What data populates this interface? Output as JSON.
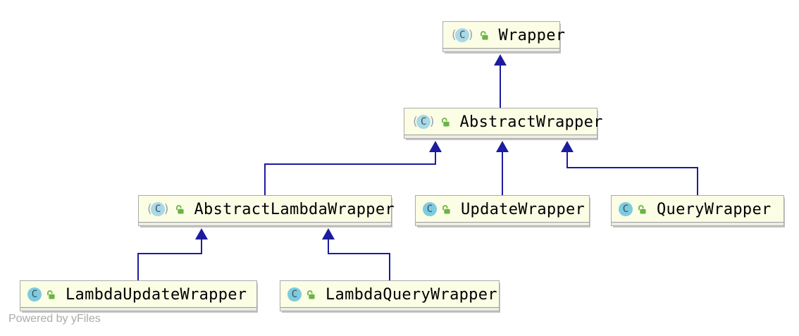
{
  "diagram": {
    "type": "uml-class-inheritance",
    "nodes": [
      {
        "id": "Wrapper",
        "label": "Wrapper",
        "stereotype": "abstract-class",
        "visibility": "public"
      },
      {
        "id": "AbstractWrapper",
        "label": "AbstractWrapper",
        "stereotype": "abstract-class",
        "visibility": "public"
      },
      {
        "id": "AbstractLambdaWrapper",
        "label": "AbstractLambdaWrapper",
        "stereotype": "abstract-class",
        "visibility": "public"
      },
      {
        "id": "UpdateWrapper",
        "label": "UpdateWrapper",
        "stereotype": "class",
        "visibility": "public"
      },
      {
        "id": "QueryWrapper",
        "label": "QueryWrapper",
        "stereotype": "class",
        "visibility": "public"
      },
      {
        "id": "LambdaUpdateWrapper",
        "label": "LambdaUpdateWrapper",
        "stereotype": "class",
        "visibility": "public"
      },
      {
        "id": "LambdaQueryWrapper",
        "label": "LambdaQueryWrapper",
        "stereotype": "class",
        "visibility": "public"
      }
    ],
    "edges": [
      {
        "from": "AbstractWrapper",
        "to": "Wrapper",
        "type": "extends"
      },
      {
        "from": "AbstractLambdaWrapper",
        "to": "AbstractWrapper",
        "type": "extends"
      },
      {
        "from": "UpdateWrapper",
        "to": "AbstractWrapper",
        "type": "extends"
      },
      {
        "from": "QueryWrapper",
        "to": "AbstractWrapper",
        "type": "extends"
      },
      {
        "from": "LambdaUpdateWrapper",
        "to": "AbstractLambdaWrapper",
        "type": "extends"
      },
      {
        "from": "LambdaQueryWrapper",
        "to": "AbstractLambdaWrapper",
        "type": "extends"
      }
    ],
    "icons": {
      "class_icon_letter": "C",
      "abstract_paren_open": "(",
      "abstract_paren_close": ")"
    }
  },
  "footer": {
    "powered_by": "Powered by yFiles"
  },
  "colors": {
    "background": "#FFFFFF",
    "node_fill": "#FCFDE5",
    "node_border": "#ABABAB",
    "edge": "#1C1C9E",
    "class_icon_fill": "#7ECBE0",
    "abstract_icon_fill": "#A9D8E7",
    "icon_letter": "#3B4D5A",
    "lock_green": "#6AB344",
    "footer_text": "#ABABAB"
  }
}
